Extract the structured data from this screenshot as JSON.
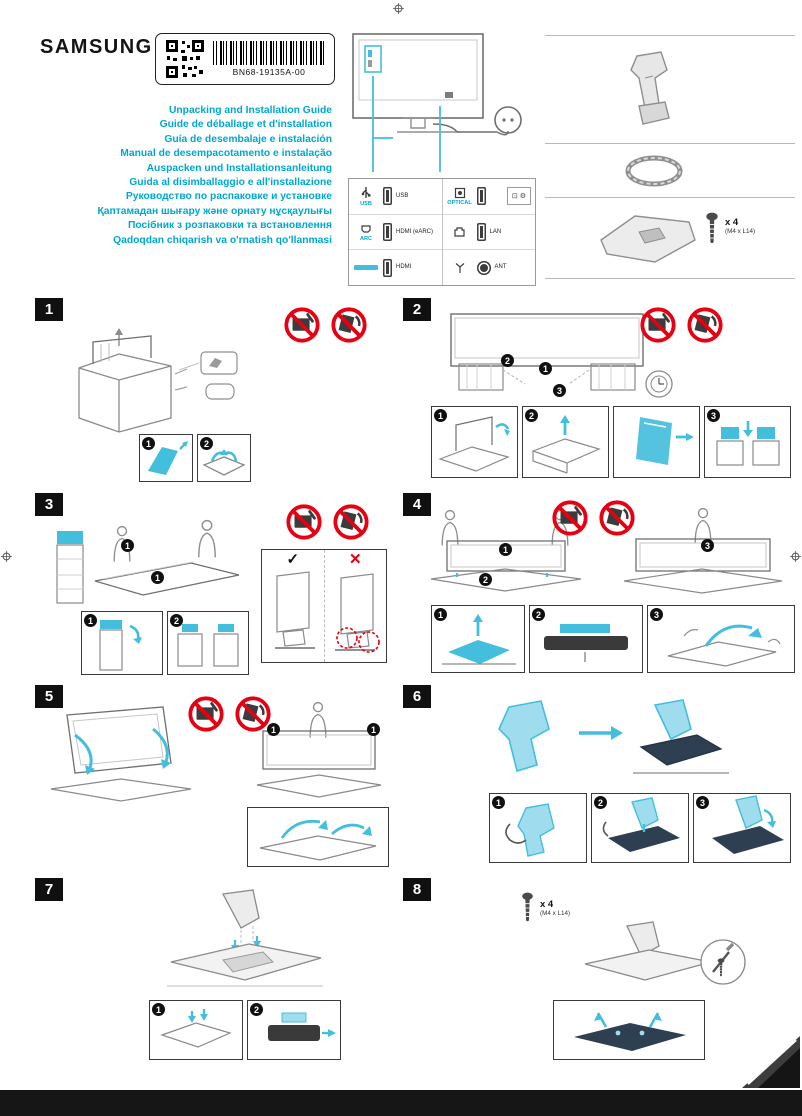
{
  "brand": "SAMSUNG",
  "label": {
    "part_code": "BN68-19135A-00"
  },
  "titles": [
    "Unpacking and Installation Guide",
    "Guide de déballage et d'installation",
    "Guía de desembalaje e instalación",
    "Manual de desempacotamento e instalação",
    "Auspacken und Installationsanleitung",
    "Guida al disimballaggio e all'installazione",
    "Руководство по распаковке и установке",
    "Қаптамадан шығару және орнату нұсқаулығы",
    "Посібник з розпаковки та встановлення",
    "Qadoqdan chiqarish va o'rnatish qo'llanmasi"
  ],
  "ports": {
    "left": [
      {
        "tag": "USB",
        "name": "USB"
      },
      {
        "tag": "ARC",
        "name": "HDMI (eARC)"
      },
      {
        "tag": "",
        "name": "HDMI"
      }
    ],
    "right": [
      {
        "tag": "OPTICAL",
        "name": ""
      },
      {
        "tag": "",
        "name": "LAN"
      },
      {
        "tag": "",
        "name": "ANT"
      }
    ]
  },
  "accessories": {
    "screw_count": "x 4",
    "screw_spec": "(M4 x L14)"
  },
  "steps": [
    {
      "number": "1",
      "sub": [
        "1",
        "2"
      ]
    },
    {
      "number": "2",
      "callouts": [
        "1",
        "2",
        "3"
      ],
      "sub": [
        "1",
        "2",
        "",
        "3"
      ]
    },
    {
      "number": "3",
      "callouts": [
        "1",
        "1"
      ],
      "check": "✓",
      "cross": "✕",
      "sub": [
        "1",
        "2"
      ]
    },
    {
      "number": "4",
      "callouts": [
        "1",
        "2",
        "3"
      ],
      "sub": [
        "1",
        "2",
        "3"
      ]
    },
    {
      "number": "5",
      "callouts": [
        "1",
        "1"
      ]
    },
    {
      "number": "6",
      "sub": [
        "1",
        "2",
        "3"
      ]
    },
    {
      "number": "7",
      "sub": [
        "1",
        "2"
      ]
    },
    {
      "number": "8",
      "screw_count": "x 4",
      "screw_spec": "(M4 x L14)"
    }
  ]
}
